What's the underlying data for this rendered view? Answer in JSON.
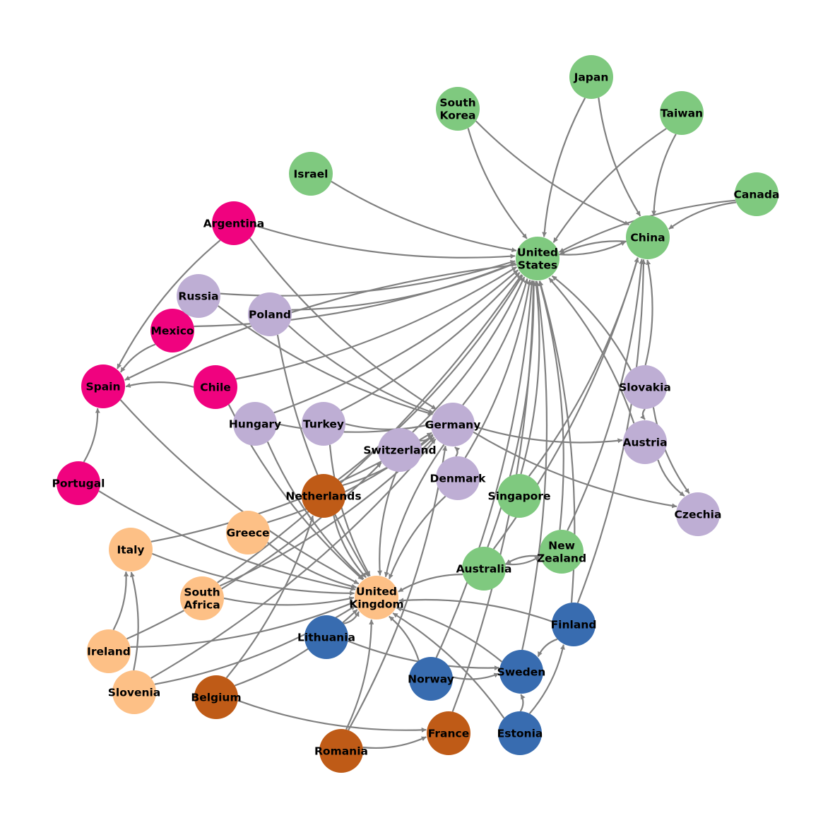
{
  "groups": {
    "asia_pacific_americas": "#7fc97f",
    "eastern_europe": "#beaed4",
    "southern_europe_latin": "#f0027f",
    "western_europe": "#fdc086",
    "nordic_baltic": "#386cb0",
    "benelux_etc": "#bf5b17"
  },
  "nodes": [
    {
      "id": "us",
      "label": "United\nStates",
      "group": "asia_pacific_americas"
    },
    {
      "id": "china",
      "label": "China",
      "group": "asia_pacific_americas"
    },
    {
      "id": "japan",
      "label": "Japan",
      "group": "asia_pacific_americas"
    },
    {
      "id": "skorea",
      "label": "South\nKorea",
      "group": "asia_pacific_americas"
    },
    {
      "id": "taiwan",
      "label": "Taiwan",
      "group": "asia_pacific_americas"
    },
    {
      "id": "israel",
      "label": "Israel",
      "group": "asia_pacific_americas"
    },
    {
      "id": "canada",
      "label": "Canada",
      "group": "asia_pacific_americas"
    },
    {
      "id": "singapore",
      "label": "Singapore",
      "group": "asia_pacific_americas"
    },
    {
      "id": "nz",
      "label": "New\nZealand",
      "group": "asia_pacific_americas"
    },
    {
      "id": "australia",
      "label": "Australia",
      "group": "asia_pacific_americas"
    },
    {
      "id": "argentina",
      "label": "Argentina",
      "group": "southern_europe_latin"
    },
    {
      "id": "mexico",
      "label": "Mexico",
      "group": "southern_europe_latin"
    },
    {
      "id": "spain",
      "label": "Spain",
      "group": "southern_europe_latin"
    },
    {
      "id": "chile",
      "label": "Chile",
      "group": "southern_europe_latin"
    },
    {
      "id": "portugal",
      "label": "Portugal",
      "group": "southern_europe_latin"
    },
    {
      "id": "russia",
      "label": "Russia",
      "group": "eastern_europe"
    },
    {
      "id": "poland",
      "label": "Poland",
      "group": "eastern_europe"
    },
    {
      "id": "hungary",
      "label": "Hungary",
      "group": "eastern_europe"
    },
    {
      "id": "turkey",
      "label": "Turkey",
      "group": "eastern_europe"
    },
    {
      "id": "germany",
      "label": "Germany",
      "group": "eastern_europe"
    },
    {
      "id": "switzerland",
      "label": "Switzerland",
      "group": "eastern_europe"
    },
    {
      "id": "denmark",
      "label": "Denmark",
      "group": "eastern_europe"
    },
    {
      "id": "slovakia",
      "label": "Slovakia",
      "group": "eastern_europe"
    },
    {
      "id": "austria",
      "label": "Austria",
      "group": "eastern_europe"
    },
    {
      "id": "czechia",
      "label": "Czechia",
      "group": "eastern_europe"
    },
    {
      "id": "netherlands",
      "label": "Netherlands",
      "group": "benelux_etc"
    },
    {
      "id": "belgium",
      "label": "Belgium",
      "group": "benelux_etc"
    },
    {
      "id": "romania",
      "label": "Romania",
      "group": "benelux_etc"
    },
    {
      "id": "france",
      "label": "France",
      "group": "benelux_etc"
    },
    {
      "id": "uk",
      "label": "United\nKingdom",
      "group": "western_europe"
    },
    {
      "id": "greece",
      "label": "Greece",
      "group": "western_europe"
    },
    {
      "id": "italy",
      "label": "Italy",
      "group": "western_europe"
    },
    {
      "id": "safrica",
      "label": "South\nAfrica",
      "group": "western_europe"
    },
    {
      "id": "ireland",
      "label": "Ireland",
      "group": "western_europe"
    },
    {
      "id": "slovenia",
      "label": "Slovenia",
      "group": "western_europe"
    },
    {
      "id": "lithuania",
      "label": "Lithuania",
      "group": "nordic_baltic"
    },
    {
      "id": "norway",
      "label": "Norway",
      "group": "nordic_baltic"
    },
    {
      "id": "sweden",
      "label": "Sweden",
      "group": "nordic_baltic"
    },
    {
      "id": "finland",
      "label": "Finland",
      "group": "nordic_baltic"
    },
    {
      "id": "estonia",
      "label": "Estonia",
      "group": "nordic_baltic"
    }
  ],
  "edges": [
    [
      "skorea",
      "us"
    ],
    [
      "skorea",
      "china"
    ],
    [
      "japan",
      "us"
    ],
    [
      "japan",
      "china"
    ],
    [
      "taiwan",
      "us"
    ],
    [
      "taiwan",
      "china"
    ],
    [
      "israel",
      "us"
    ],
    [
      "canada",
      "us"
    ],
    [
      "canada",
      "china"
    ],
    [
      "china",
      "us"
    ],
    [
      "us",
      "china"
    ],
    [
      "argentina",
      "us"
    ],
    [
      "argentina",
      "spain"
    ],
    [
      "argentina",
      "germany"
    ],
    [
      "russia",
      "us"
    ],
    [
      "russia",
      "germany"
    ],
    [
      "poland",
      "us"
    ],
    [
      "poland",
      "germany"
    ],
    [
      "poland",
      "uk"
    ],
    [
      "mexico",
      "us"
    ],
    [
      "mexico",
      "spain"
    ],
    [
      "chile",
      "us"
    ],
    [
      "chile",
      "spain"
    ],
    [
      "chile",
      "uk"
    ],
    [
      "us",
      "spain"
    ],
    [
      "spain",
      "uk"
    ],
    [
      "portugal",
      "spain"
    ],
    [
      "portugal",
      "uk"
    ],
    [
      "hungary",
      "us"
    ],
    [
      "hungary",
      "germany"
    ],
    [
      "hungary",
      "uk"
    ],
    [
      "turkey",
      "us"
    ],
    [
      "turkey",
      "germany"
    ],
    [
      "turkey",
      "uk"
    ],
    [
      "switzerland",
      "us"
    ],
    [
      "switzerland",
      "germany"
    ],
    [
      "switzerland",
      "uk"
    ],
    [
      "germany",
      "us"
    ],
    [
      "germany",
      "austria"
    ],
    [
      "germany",
      "czechia"
    ],
    [
      "germany",
      "uk"
    ],
    [
      "denmark",
      "us"
    ],
    [
      "denmark",
      "germany"
    ],
    [
      "denmark",
      "uk"
    ],
    [
      "netherlands",
      "us"
    ],
    [
      "netherlands",
      "germany"
    ],
    [
      "netherlands",
      "uk"
    ],
    [
      "slovakia",
      "us"
    ],
    [
      "slovakia",
      "austria"
    ],
    [
      "slovakia",
      "czechia"
    ],
    [
      "slovakia",
      "china"
    ],
    [
      "austria",
      "us"
    ],
    [
      "austria",
      "czechia"
    ],
    [
      "singapore",
      "us"
    ],
    [
      "singapore",
      "china"
    ],
    [
      "nz",
      "us"
    ],
    [
      "nz",
      "china"
    ],
    [
      "nz",
      "australia"
    ],
    [
      "australia",
      "us"
    ],
    [
      "australia",
      "china"
    ],
    [
      "australia",
      "uk"
    ],
    [
      "australia",
      "nz"
    ],
    [
      "greece",
      "uk"
    ],
    [
      "greece",
      "germany"
    ],
    [
      "italy",
      "uk"
    ],
    [
      "italy",
      "germany"
    ],
    [
      "safrica",
      "uk"
    ],
    [
      "safrica",
      "germany"
    ],
    [
      "safrica",
      "us"
    ],
    [
      "ireland",
      "uk"
    ],
    [
      "ireland",
      "italy"
    ],
    [
      "ireland",
      "switzerland"
    ],
    [
      "slovenia",
      "italy"
    ],
    [
      "slovenia",
      "uk"
    ],
    [
      "slovenia",
      "germany"
    ],
    [
      "lithuania",
      "uk"
    ],
    [
      "lithuania",
      "sweden"
    ],
    [
      "belgium",
      "uk"
    ],
    [
      "belgium",
      "france"
    ],
    [
      "belgium",
      "netherlands"
    ],
    [
      "romania",
      "france"
    ],
    [
      "romania",
      "uk"
    ],
    [
      "romania",
      "germany"
    ],
    [
      "france",
      "us"
    ],
    [
      "norway",
      "uk"
    ],
    [
      "norway",
      "sweden"
    ],
    [
      "norway",
      "us"
    ],
    [
      "sweden",
      "uk"
    ],
    [
      "sweden",
      "us"
    ],
    [
      "finland",
      "uk"
    ],
    [
      "finland",
      "sweden"
    ],
    [
      "finland",
      "us"
    ],
    [
      "finland",
      "china"
    ],
    [
      "estonia",
      "sweden"
    ],
    [
      "estonia",
      "finland"
    ],
    [
      "estonia",
      "uk"
    ]
  ]
}
